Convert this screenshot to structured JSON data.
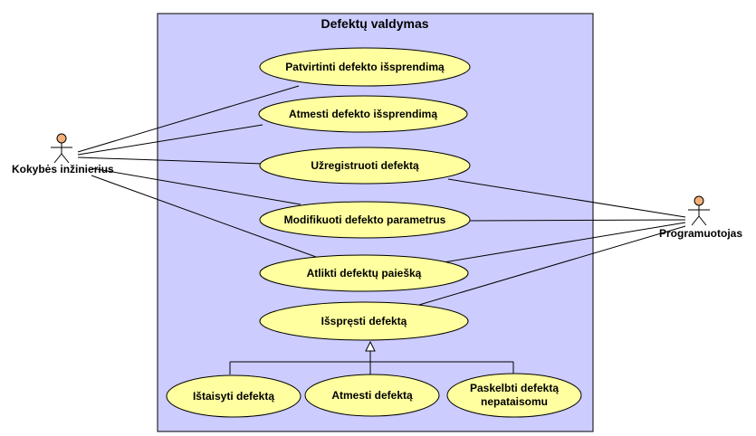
{
  "system": {
    "title": "Defektų valdymas",
    "fill": "#ccccff",
    "border": "#000000"
  },
  "actors": {
    "quality_engineer": {
      "label": "Kokybės inžinierius",
      "head_color": "#f5b07a"
    },
    "programmer": {
      "label": "Programuotojas",
      "head_color": "#f5b07a"
    }
  },
  "use_cases": {
    "fill": "#ffffa0",
    "confirm": {
      "line1": "Patvirtinti defekto išsprendimą"
    },
    "reject_resolution": {
      "line1": "Atmesti defekto išsprendimą"
    },
    "register": {
      "line1": "Užregistruoti defektą"
    },
    "modify": {
      "line1": "Modifikuoti defekto parametrus"
    },
    "search": {
      "line1": "Atlikti defektų paiešką"
    },
    "solve": {
      "line1": "Išspręsti defektą"
    },
    "fix": {
      "line1": "Ištaisyti defektą"
    },
    "reject": {
      "line1": "Atmesti defektą"
    },
    "unfixable": {
      "line1": "Paskelbti defektą",
      "line2": "nepataisomu"
    }
  }
}
